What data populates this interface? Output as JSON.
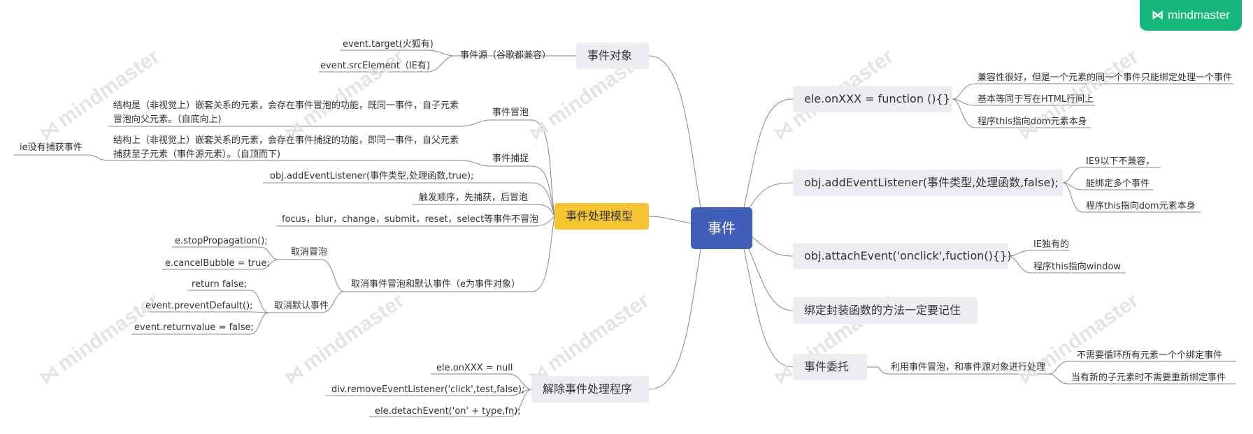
{
  "brand": {
    "label": "mindmaster",
    "icon": "mindmaster-logo-icon"
  },
  "watermark": {
    "label": "mindmaster"
  },
  "root": {
    "label": "事件"
  },
  "right": {
    "onxxx": {
      "label": "ele.onXXX = function (){}",
      "items": [
        "兼容性很好，但是一个元素的同一个事件只能绑定处理一个事件",
        "基本等同于写在HTML行间上",
        "程序this指向dom元素本身"
      ]
    },
    "addlistener": {
      "label": "obj.addEventListener(事件类型,处理函数,false);",
      "items": [
        "IE9以下不兼容，",
        "能绑定多个事件",
        "程序this指向dom元素本身"
      ]
    },
    "attach": {
      "label": "obj.attachEvent('onclick',fuction(){})",
      "items": [
        "IE独有的",
        "程序this指向window"
      ]
    },
    "remember": {
      "label": "绑定封装函数的方法一定要记住"
    },
    "delegate": {
      "label": "事件委托",
      "sub": "利用事件冒泡，和事件源对象进行处理",
      "items": [
        "不需要循环所有元素一个个绑定事件",
        "当有新的子元素时不需要重新绑定事件"
      ]
    }
  },
  "left": {
    "eventobj": {
      "label": "事件对象",
      "sub": "事件源（谷歌都兼容）",
      "items": [
        "event.target(火狐有)",
        "event.srcElement（IE有)"
      ]
    },
    "model": {
      "label": "事件处理模型",
      "bubble": {
        "label": "事件冒泡",
        "text": "结构是（非视觉上）嵌套关系的元素，会存在事件冒泡的功能，既同一事件，自子元素冒泡向父元素。（自底向上)"
      },
      "capture": {
        "label": "事件捕捉",
        "text": "结构上（非视觉上）嵌套关系的元素，会存在事件捕捉的功能，即同一事件，自父元素捕获至子元素（事件源元素）。（自顶而下)",
        "note": "ie没有捕获事件"
      },
      "listener": "obj.addEventListener(事件类型,处理函数,true);",
      "order": "触发顺序，先捕获，后冒泡",
      "nobubble": "focus，blur，change，submit，reset，select等事件不冒泡",
      "cancel": {
        "label": "取消事件冒泡和默认事件（e为事件对象）",
        "stopbubble": {
          "label": "取消冒泡",
          "items": [
            "e.stopPropagation();",
            "e.cancelBubble = true;"
          ]
        },
        "stopdefault": {
          "label": "取消默认事件",
          "items": [
            "return false;",
            "event.preventDefault();",
            "event.returnvalue = false;"
          ]
        }
      }
    },
    "remove": {
      "label": "解除事件处理程序",
      "items": [
        "ele.onXXX = null",
        "div.removeEventListener('click',test,false);",
        "ele.detachEvent('on' + type,fn);"
      ]
    }
  }
}
